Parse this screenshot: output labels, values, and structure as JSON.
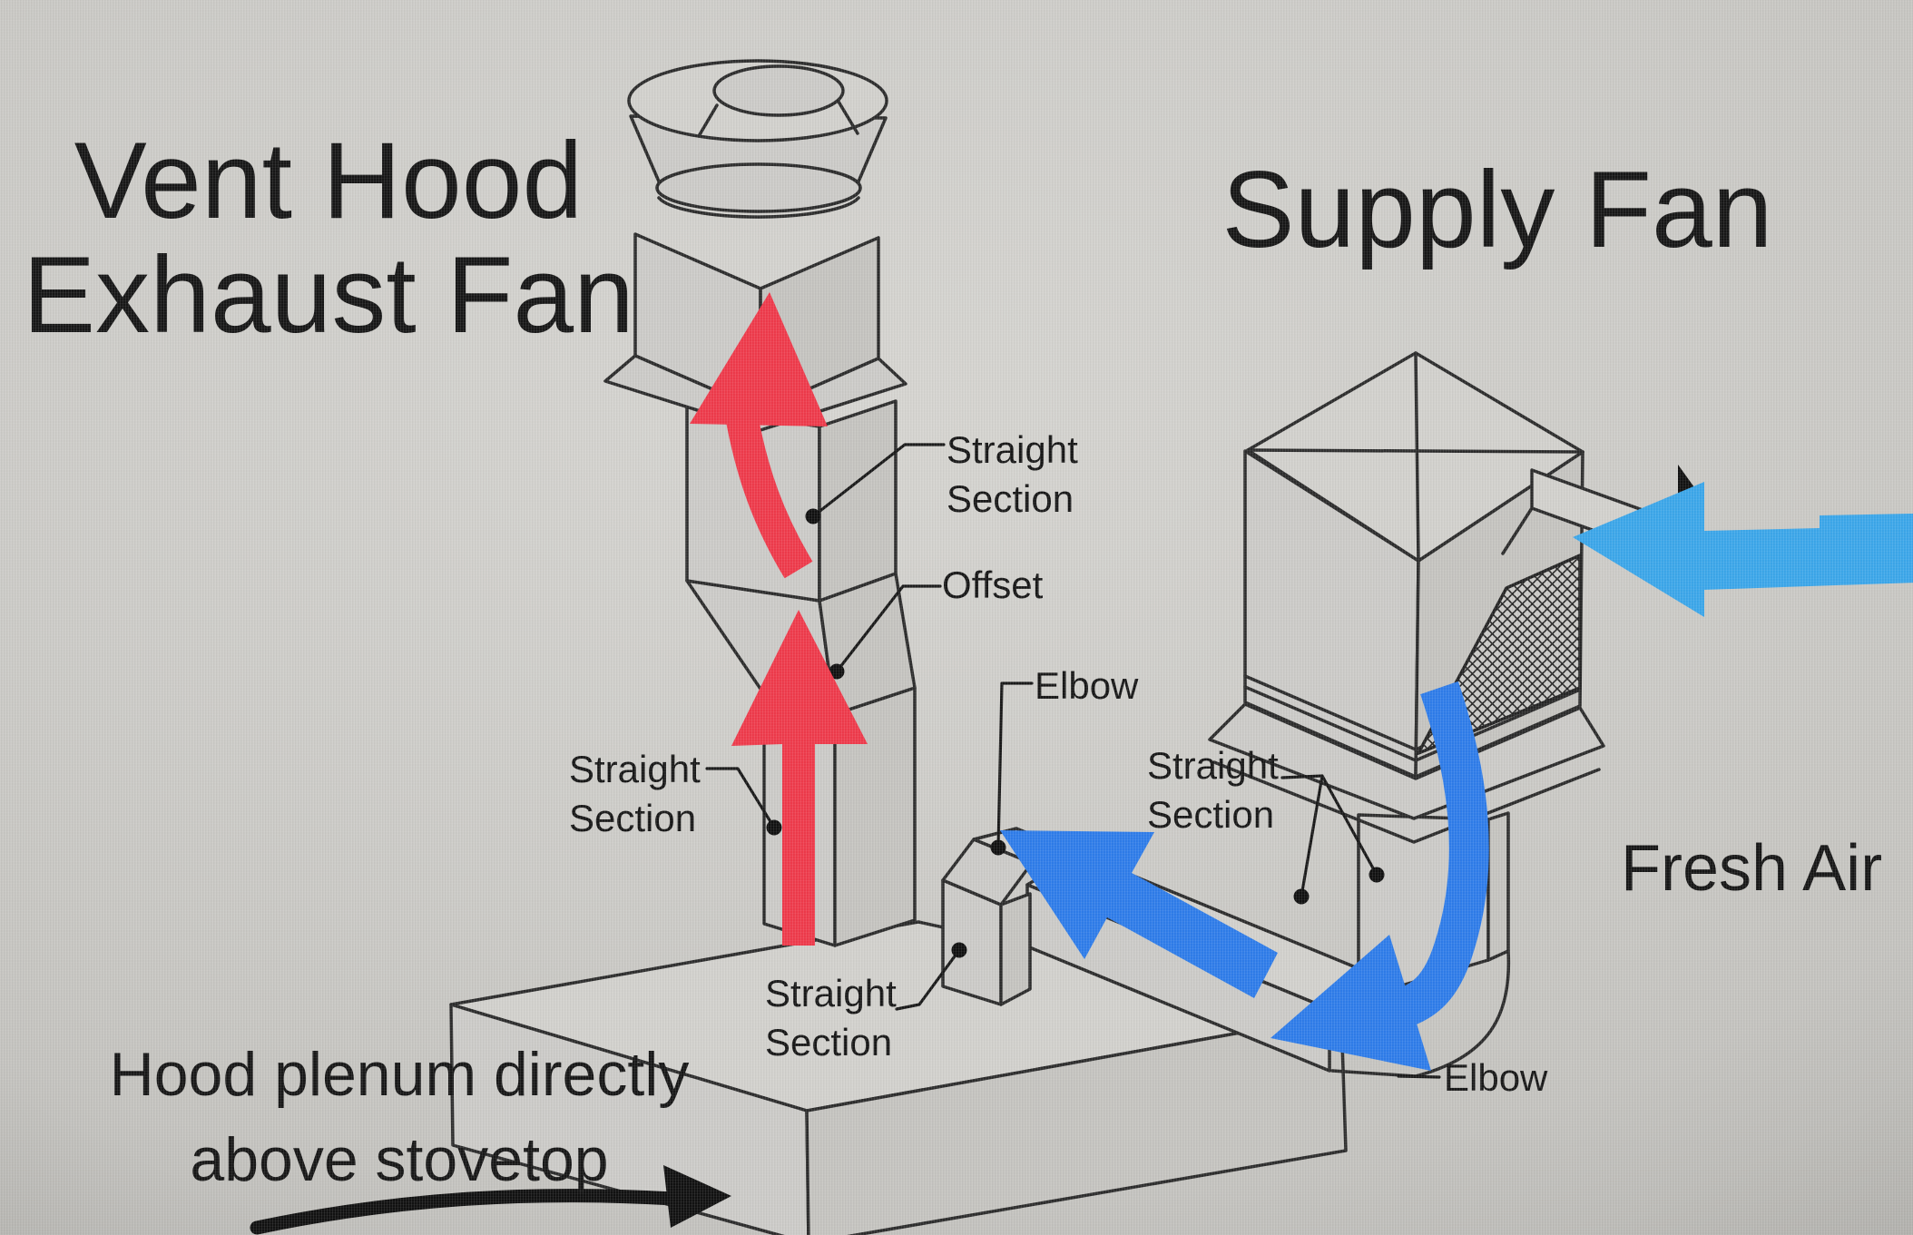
{
  "titles": {
    "exhaust_fan": "Vent Hood\nExhaust Fan",
    "supply_fan": "Supply Fan"
  },
  "annotations": {
    "fresh_air": "Fresh Air",
    "hood_plenum": "Hood plenum directly\nabove stovetop"
  },
  "part_labels": {
    "exhaust_upper_straight": "Straight\nSection",
    "exhaust_offset": "Offset",
    "supply_upper_elbow": "Elbow",
    "supply_horizontal_straight": "Straight\nSection",
    "exhaust_lower_straight": "Straight\nSection",
    "supply_discharge_straight": "Straight\nSection",
    "supply_lower_elbow": "Elbow"
  },
  "colors": {
    "exhaust_flow": "#ee3a4b",
    "supply_flow": "#2e7ce9",
    "fresh_air_flow": "#3ba6e9",
    "annotation_ink": "#111111"
  }
}
